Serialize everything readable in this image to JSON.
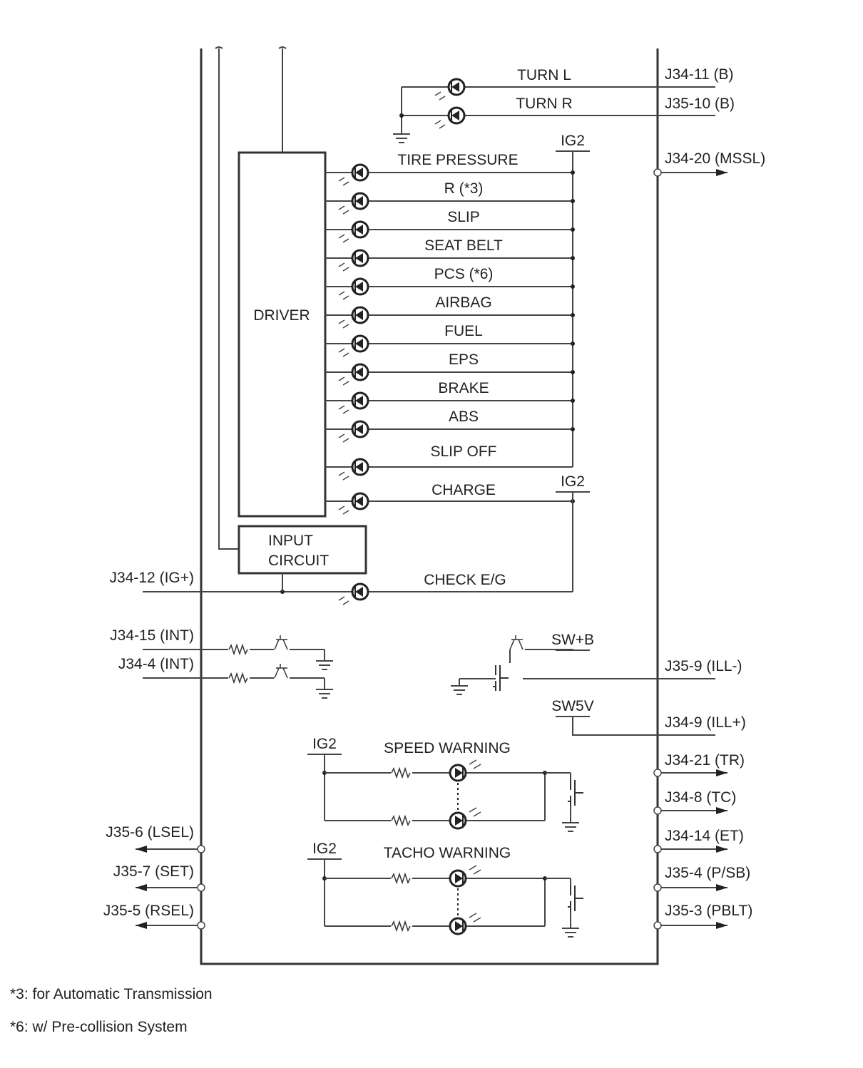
{
  "diagram": {
    "blocks": {
      "driver": "DRIVER",
      "input_circuit_line1": "INPUT",
      "input_circuit_line2": "CIRCUIT"
    },
    "power_labels": {
      "ig2": "IG2",
      "sw_b": "SW+B",
      "sw5v": "SW5V"
    },
    "turn_indicators": [
      "TURN L",
      "TURN R"
    ],
    "indicators": [
      "TIRE PRESSURE",
      "R (*3)",
      "SLIP",
      "SEAT BELT",
      "PCS (*6)",
      "AIRBAG",
      "FUEL",
      "EPS",
      "BRAKE",
      "ABS",
      "SLIP OFF"
    ],
    "charge": "CHARGE",
    "check_eg": "CHECK E/G",
    "speed_warning": "SPEED WARNING",
    "tacho_warning": "TACHO WARNING",
    "right_terminals": {
      "turn_l": "J34-11 (B)",
      "turn_r": "J35-10 (B)",
      "mssl": "J34-20 (MSSL)",
      "ill_minus": "J35-9 (ILL-)",
      "ill_plus": "J34-9 (ILL+)",
      "outputs": [
        "J34-21 (TR)",
        "J34-8 (TC)",
        "J34-14 (ET)",
        "J35-4 (P/SB)",
        "J35-3 (PBLT)"
      ]
    },
    "left_terminals": {
      "ig_plus": "J34-12 (IG+)",
      "int1": "J34-15 (INT)",
      "int2": "J34-4 (INT)",
      "outputs": [
        "J35-6 (LSEL)",
        "J35-7 (SET)",
        "J35-5 (RSEL)"
      ]
    }
  },
  "footnotes": [
    "*3: for Automatic Transmission",
    "*6: w/ Pre-collision System"
  ]
}
